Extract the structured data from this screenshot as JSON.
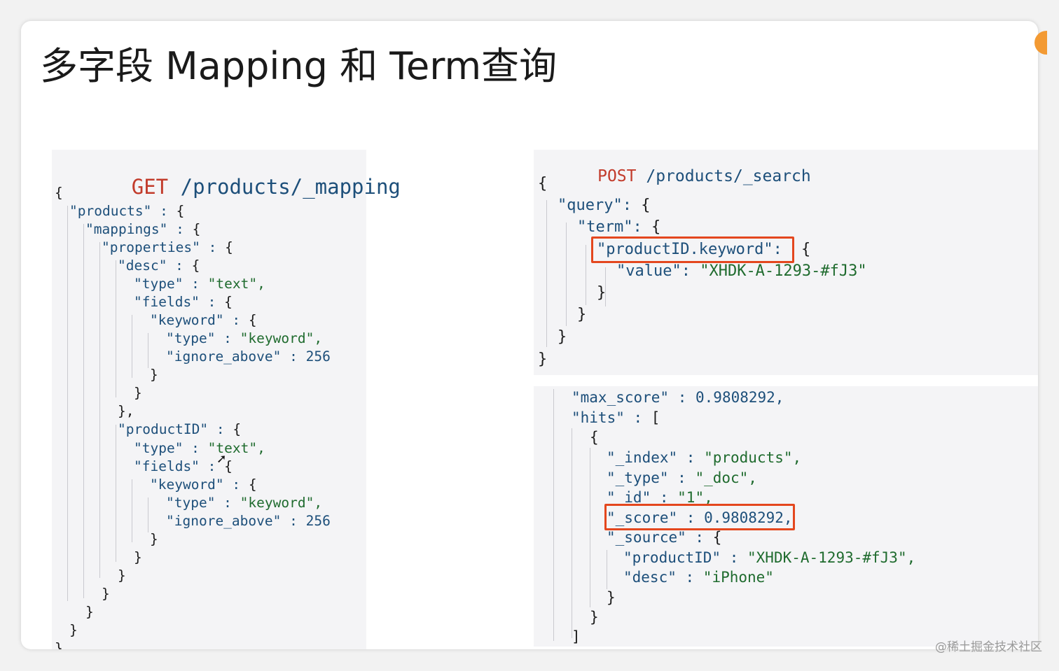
{
  "slide": {
    "title": "多字段 Mapping 和 Term查询",
    "watermark": "@稀土掘金技术社区",
    "accent_color": "#f39a33",
    "highlight_color": "#e4471e"
  },
  "mapping_panel": {
    "method": "GET",
    "path": "/products/_mapping",
    "lines": [
      "{",
      "\"products\" : {",
      "\"mappings\" : {",
      "\"properties\" : {",
      "\"desc\" : {",
      "\"type\" : \"text\",",
      "\"fields\" : {",
      "\"keyword\" : {",
      "\"type\" : \"keyword\",",
      "\"ignore_above\" : 256",
      "}",
      "}",
      "},",
      "\"productID\" : {",
      "\"type\" : \"text\",",
      "\"fields\" : {",
      "\"keyword\" : {",
      "\"type\" : \"keyword\",",
      "\"ignore_above\" : 256",
      "}",
      "}",
      "}",
      "}",
      "}",
      "}",
      "}"
    ]
  },
  "query_panel": {
    "method": "POST",
    "path": "/products/_search",
    "lines": [
      "{",
      "\"query\": {",
      "\"term\": {",
      "\"productID.keyword\":",
      "{",
      "\"value\": \"XHDK-A-1293-#fJ3\"",
      "}",
      "}",
      "}",
      "}"
    ]
  },
  "result_panel": {
    "lines": [
      "\"max_score\" : 0.9808292,",
      "\"hits\" : [",
      "{",
      "\"_index\" : \"products\",",
      "\"_type\" : \"_doc\",",
      "\"_id\" : \"1\",",
      "\"_score\" : 0.9808292,",
      "\"_source\" : {",
      "\"productID\" : \"XHDK-A-1293-#fJ3\",",
      "\"desc\" : \"iPhone\"",
      "}",
      "}",
      "]"
    ]
  }
}
